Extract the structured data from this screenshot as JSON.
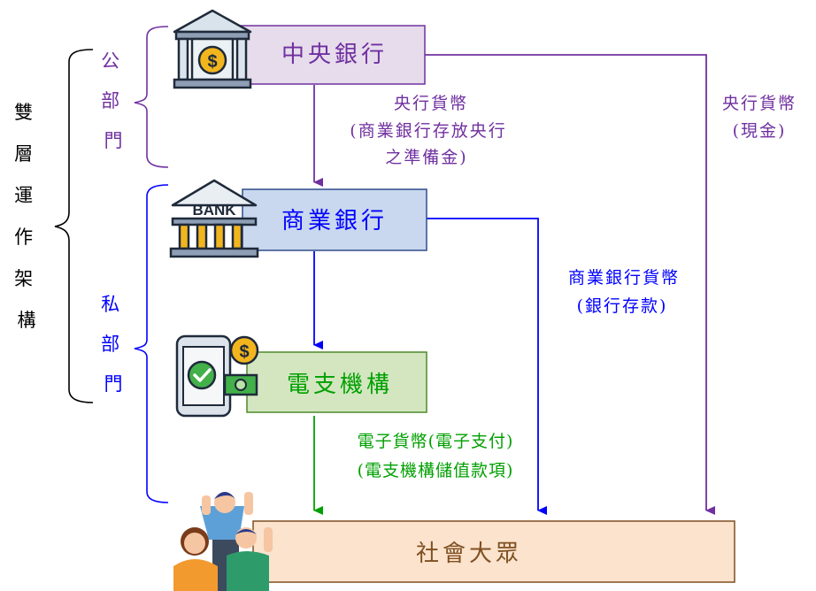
{
  "colors": {
    "purple": "#7030A0",
    "blue": "#0000FF",
    "green": "#00A000",
    "dark": "#000000",
    "brown": "#7F4F21",
    "central_fill": "#E6DCEB",
    "central_border": "#7030A0",
    "bank_fill": "#C9D8EE",
    "bank_border": "#2F4C8C",
    "epay_fill": "#D3E6C0",
    "epay_border": "#4E8A2C",
    "public_fill": "#FBE3CD",
    "public_border": "#7F4F21"
  },
  "left_group": {
    "title": "雙層運作架構"
  },
  "sectors": {
    "public": "公部門",
    "private": "私部門"
  },
  "nodes": {
    "central_bank": {
      "label": "中央銀行",
      "icon": "central-bank-icon"
    },
    "commercial_bank": {
      "label": "商業銀行",
      "icon": "bank-building-icon",
      "icon_text": "BANK"
    },
    "epayment": {
      "label": "電支機構",
      "icon": "mobile-payment-icon",
      "icon_text": "$"
    },
    "public": {
      "label": "社會大眾",
      "icon": "people-cheering-icon"
    }
  },
  "flows": {
    "cb_to_bank": {
      "line1": "央行貨幣",
      "line2": "(商業銀行存放央行",
      "line3": "之準備金)"
    },
    "cb_to_public": {
      "line1": "央行貨幣",
      "line2": "(現金)"
    },
    "bank_to_public": {
      "line1": "商業銀行貨幣",
      "line2": "(銀行存款)"
    },
    "epay_to_public": {
      "line1": "電子貨幣(電子支付)",
      "line2": "(電支機構儲值款項)"
    }
  }
}
